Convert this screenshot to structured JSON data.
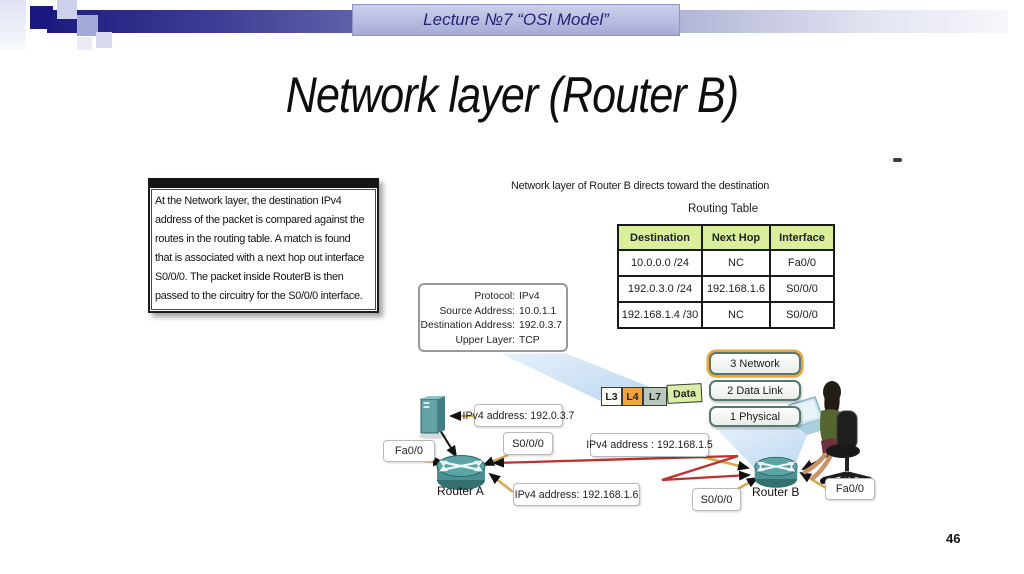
{
  "slide": {
    "header_title": "Lecture  №7 “OSI Model”",
    "title": "Network layer  (Router B)",
    "page_number": "46"
  },
  "textbox": {
    "lines": [
      "At the Network layer, the destination IPv4",
      "address of the packet is compared against the",
      "routes in the routing table. A match is found",
      "that is associated with a next hop out interface",
      "S0/0/0. The packet inside RouterB is then",
      "passed to the circuitry for the S0/0/0 interface."
    ]
  },
  "diagram": {
    "caption": "Network layer of Router B directs toward the destination",
    "routing_table": {
      "title": "Routing Table",
      "headers": [
        "Destination",
        "Next Hop",
        "Interface"
      ],
      "rows": [
        [
          "10.0.0.0 /24",
          "NC",
          "Fa0/0"
        ],
        [
          "192.0.3.0 /24",
          "192.168.1.6",
          "S0/0/0"
        ],
        [
          "192.168.1.4 /30",
          "NC",
          "S0/0/0"
        ]
      ]
    },
    "packet": {
      "fields": [
        {
          "label": "Protocol:",
          "value": "IPv4"
        },
        {
          "label": "Source Address:",
          "value": "10.0.1.1"
        },
        {
          "label": "Destination Address:",
          "value": "192.0.3.7"
        },
        {
          "label": "Upper Layer:",
          "value": "TCP"
        }
      ]
    },
    "pdu_segments": [
      {
        "label": "L3"
      },
      {
        "label": "L4"
      },
      {
        "label": "L7"
      },
      {
        "label": "Data"
      }
    ],
    "osi_layers": [
      {
        "label": "3 Network",
        "highlighted": true
      },
      {
        "label": "2 Data Link",
        "highlighted": false
      },
      {
        "label": "1 Physical",
        "highlighted": false
      }
    ],
    "device_labels": {
      "router_a": "Router A",
      "router_b": "Router B"
    },
    "interface_labels": {
      "fa00_left": "Fa0/0",
      "s000_left": "S0/0/0",
      "s000_right": "S0/0/0",
      "fa00_right": "Fa0/0"
    },
    "address_labels": {
      "server": "IPv4 address: 192.0.3.7",
      "link_15": "IPv4 address : 192.168.1.5",
      "link_16": "IPv4 address: 192.168.1.6"
    },
    "colors": {
      "table_header_green": "#d9ef9c",
      "pdu_l4_orange": "#f0a63e",
      "pdu_l7_gray": "#b9c8bb",
      "pdu_data_green": "#dbeea6",
      "highlight_orange": "#e9a63a",
      "serial_link_red": "#c03030",
      "arrow_tan": "#d8a84e",
      "device_teal": "#4a9193",
      "beam_blue": "#c3daf2"
    }
  }
}
